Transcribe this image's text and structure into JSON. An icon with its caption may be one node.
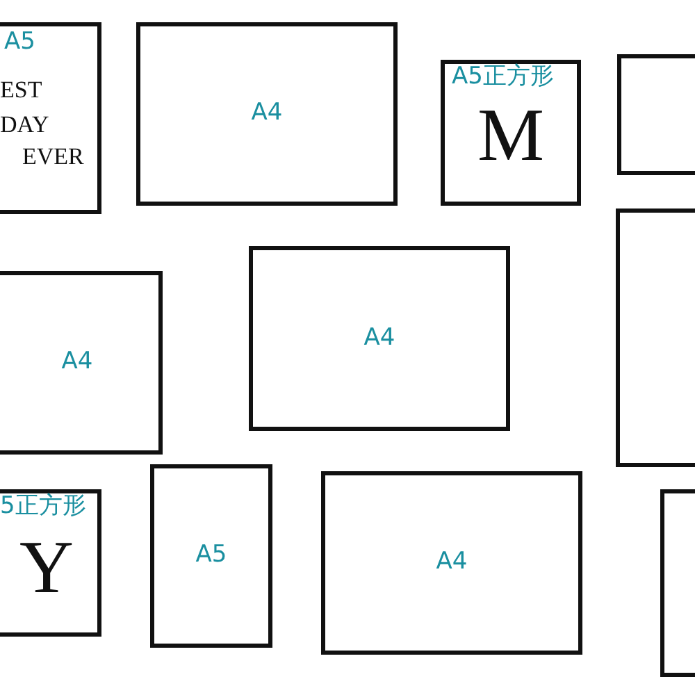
{
  "diagram": {
    "nodes": [
      {
        "text": [
          "A5",
          "EST",
          "DAY",
          "EVER"
        ]
      },
      {
        "text": [
          "A4"
        ]
      },
      {
        "text": [
          "A5正方形",
          "M"
        ]
      },
      {
        "text": [],
        "shape": "box"
      },
      {
        "text": [
          "A4"
        ]
      },
      {
        "text": [
          "A4"
        ]
      },
      {
        "text": [],
        "shape": "box"
      },
      {
        "text": [
          "5正方形",
          "Y"
        ]
      },
      {
        "text": [
          "A5"
        ]
      },
      {
        "text": [
          "A4"
        ]
      },
      {
        "text": [],
        "shape": "box"
      }
    ]
  }
}
